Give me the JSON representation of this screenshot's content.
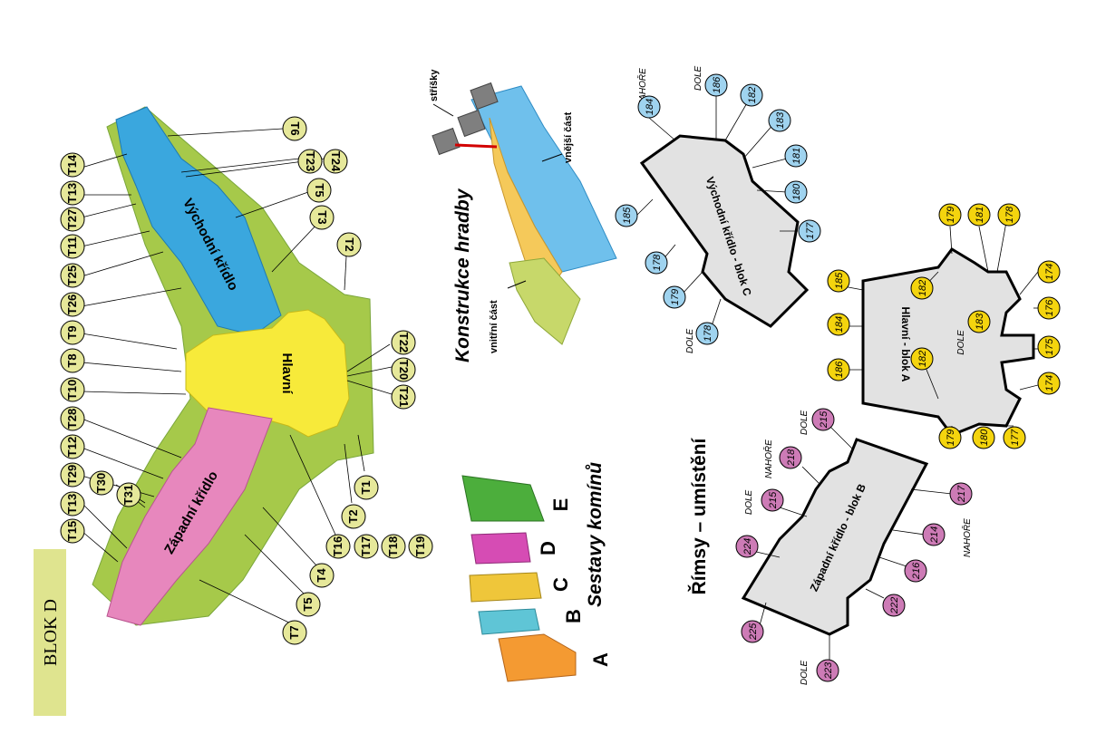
{
  "block_label": "BLOK D",
  "wings": {
    "east": "Východní křídlo",
    "main": "Hlavní",
    "west": "Západní křídlo"
  },
  "titles": {
    "walls": "Konstrukce hradby",
    "chimneys": "Sestavy komínů",
    "cornices": "Římsy – umístění"
  },
  "wall_labels": {
    "roofs": "stříšky",
    "outer": "vnější část",
    "inner": "vnitřní část"
  },
  "chimney_sets": [
    "A",
    "B",
    "C",
    "D",
    "E"
  ],
  "blocks": {
    "c": "Východní křídlo - blok C",
    "a": "Hlavní - blok A",
    "b": "Západní křídlo - blok B"
  },
  "words": {
    "up": "NAHOŘE",
    "down": "DOLE"
  },
  "t_tags": {
    "T6": "T6",
    "T23": "T23",
    "T24": "T24",
    "T5a": "T5",
    "T3": "T3",
    "T2a": "T2",
    "T14": "T14",
    "T13a": "T13",
    "T27": "T27",
    "T11": "T11",
    "T25": "T25",
    "T26": "T26",
    "T9": "T9",
    "T8": "T8",
    "T10": "T10",
    "T28": "T28",
    "T12": "T12",
    "T29": "T29",
    "T30": "T30",
    "T31": "T31",
    "T13b": "T13",
    "T15": "T15",
    "T22": "T22",
    "T20": "T20",
    "T21": "T21",
    "T1": "T1",
    "T2b": "T2",
    "T16": "T16",
    "T17": "T17",
    "T18": "T18",
    "T19": "T19",
    "T4": "T4",
    "T5b": "T5",
    "T7": "T7"
  },
  "cornice_c": [
    "184",
    "186",
    "182",
    "183",
    "181",
    "180",
    "177",
    "185",
    "178",
    "179",
    "178"
  ],
  "cornice_a": [
    "179",
    "181",
    "178",
    "174",
    "176",
    "175",
    "174",
    "177",
    "180",
    "179",
    "185",
    "184",
    "186",
    "182",
    "183",
    "182"
  ],
  "cornice_b": [
    "215",
    "218",
    "215",
    "224",
    "225",
    "223",
    "217",
    "214",
    "216",
    "222"
  ],
  "colors": {
    "green": "#a6c94a",
    "blue": "#3aa7de",
    "yellow": "#f7ea3a",
    "pink": "#e787bd",
    "tag": "#e6e89a",
    "cyan_tag": "#9fd3ef",
    "gold_tag": "#f4d40e",
    "mauve_tag": "#cd7bb6",
    "grey": "#e2e2e2",
    "label_box": "#dfe48f"
  }
}
